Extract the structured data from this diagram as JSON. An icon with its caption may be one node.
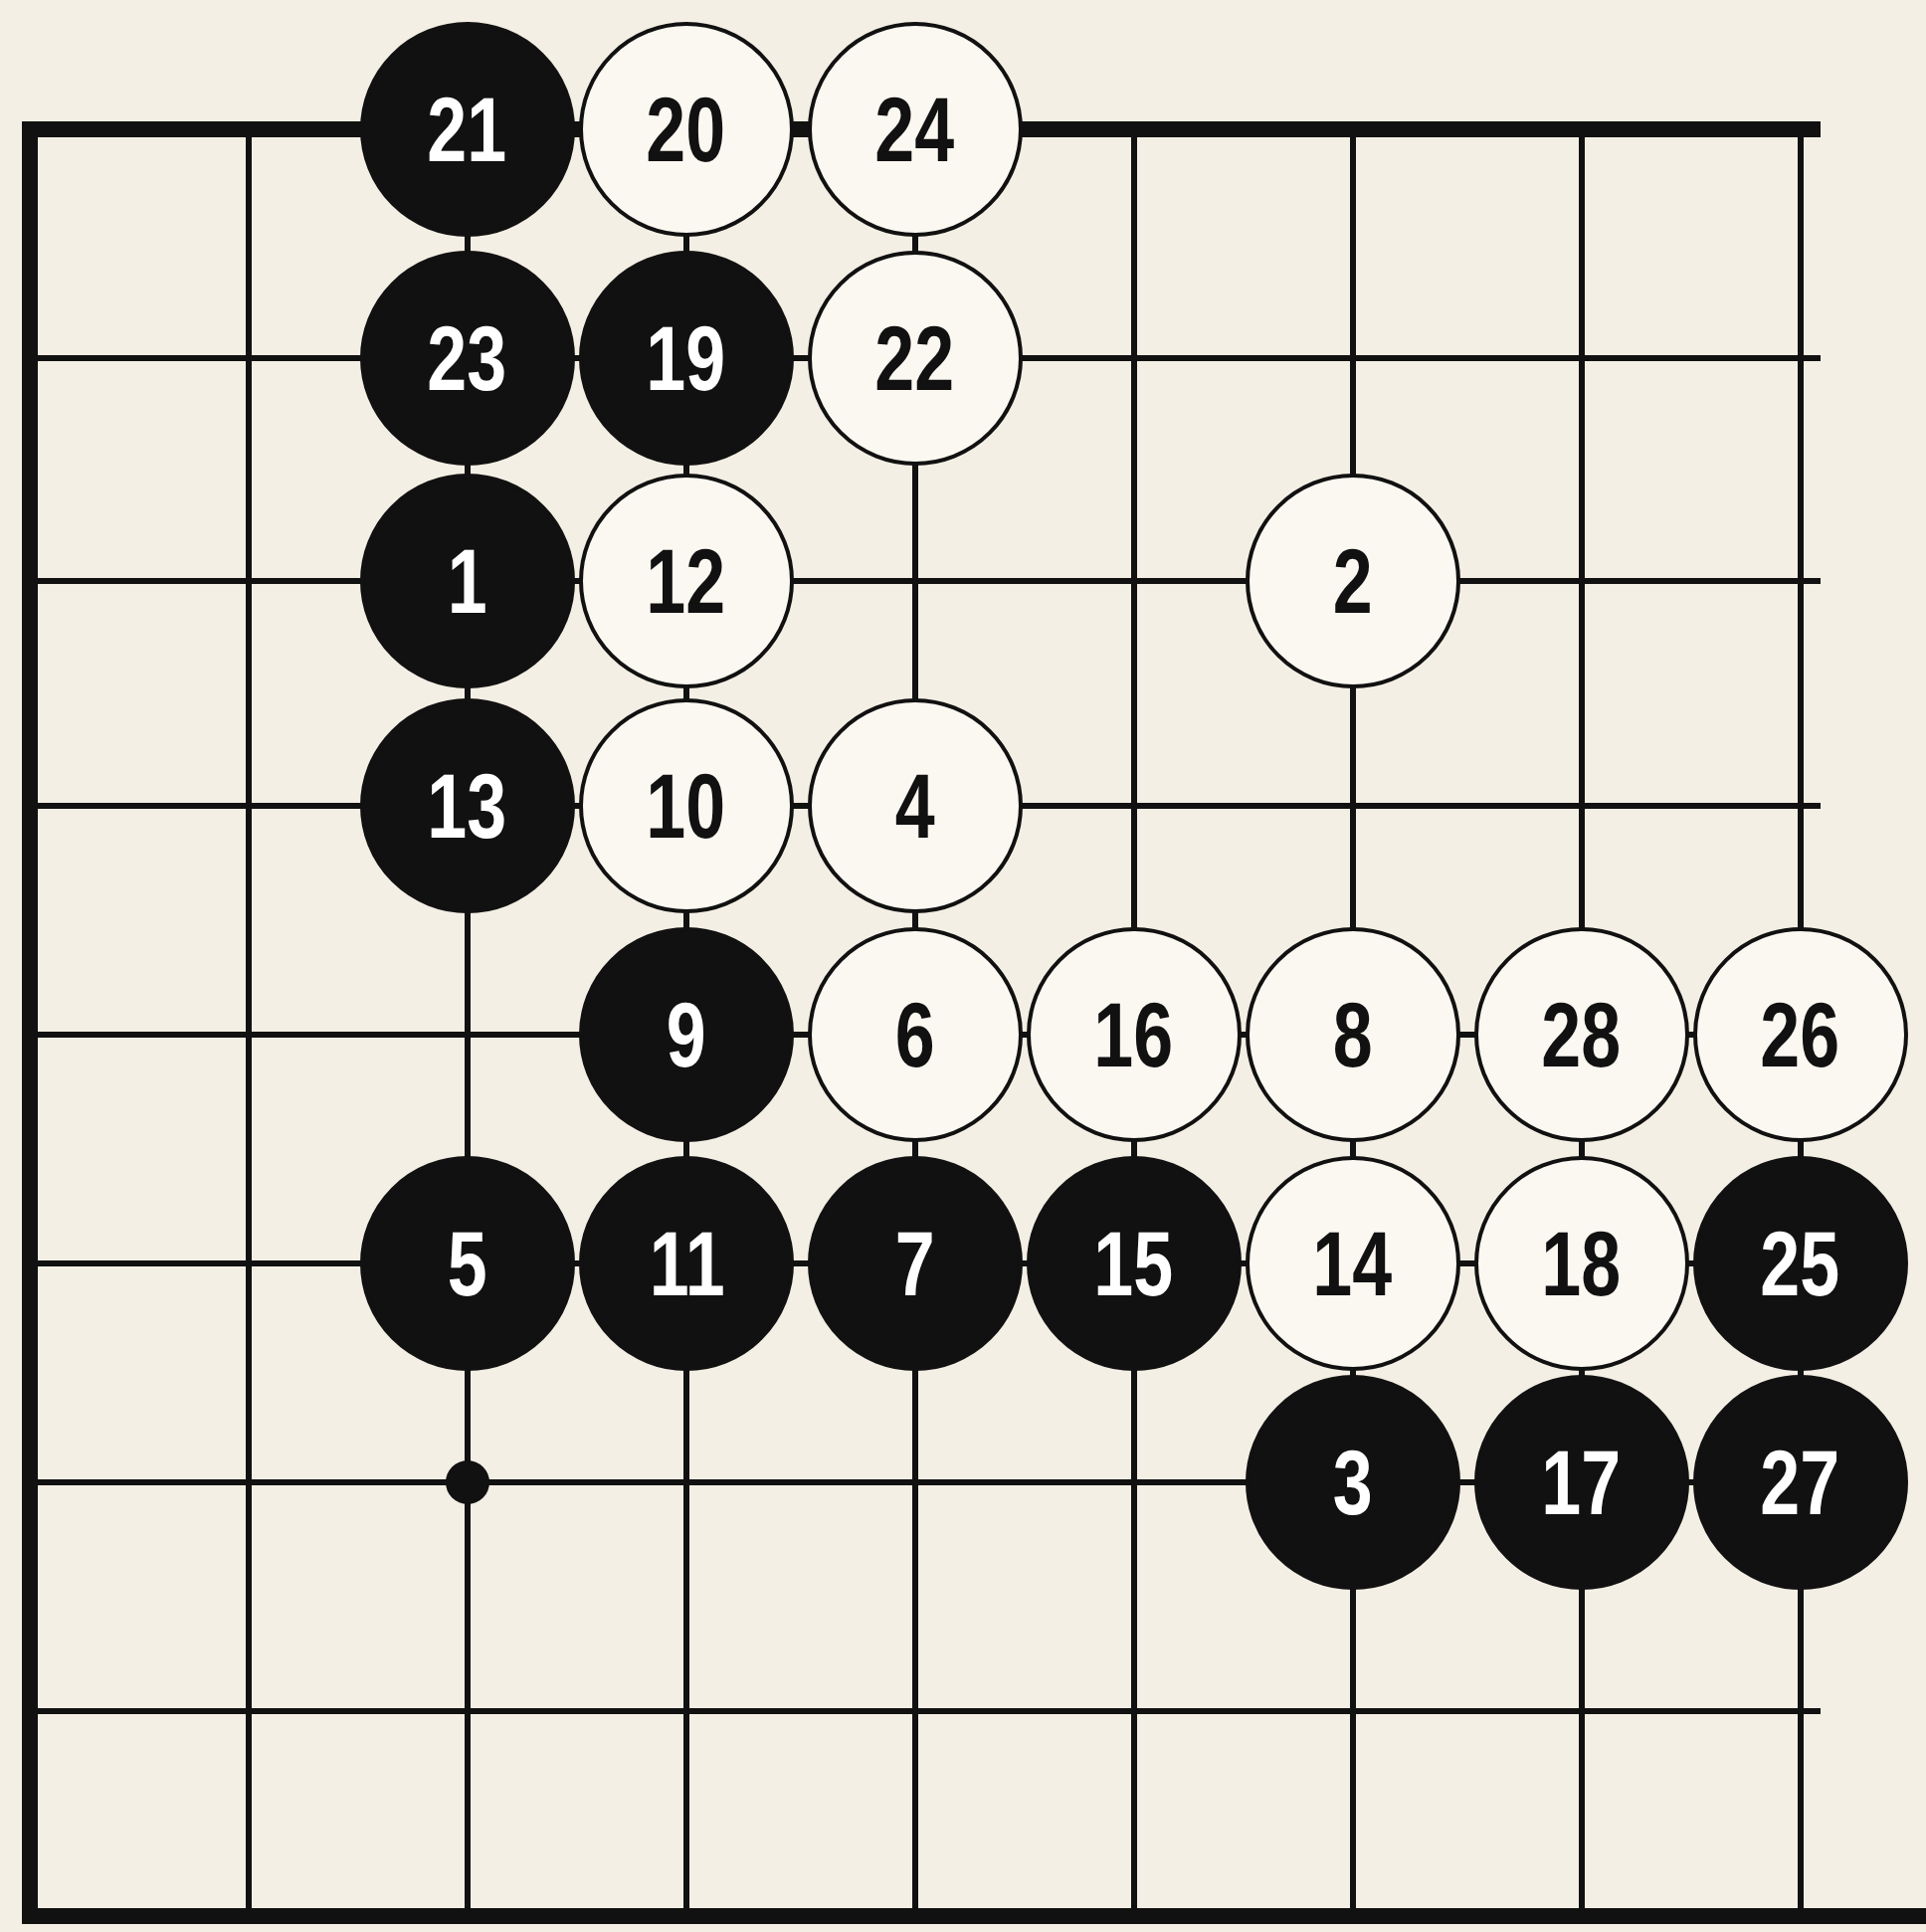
{
  "diagram": {
    "nodes": [
      {
        "text": [
          "21"
        ]
      },
      {
        "text": [
          "20"
        ]
      },
      {
        "text": [
          "24"
        ]
      },
      {
        "text": [
          "23"
        ]
      },
      {
        "text": [
          "19"
        ]
      },
      {
        "text": [
          "22"
        ]
      },
      {
        "text": [
          "1"
        ]
      },
      {
        "text": [
          "12"
        ]
      },
      {
        "text": [
          "2"
        ]
      },
      {
        "text": [
          "13"
        ]
      },
      {
        "text": [
          "10"
        ]
      },
      {
        "text": [
          "4"
        ]
      },
      {
        "text": [
          "9"
        ]
      },
      {
        "text": [
          "6"
        ]
      },
      {
        "text": [
          "16"
        ]
      },
      {
        "text": [
          "8"
        ]
      },
      {
        "text": [
          "28"
        ]
      },
      {
        "text": [
          "26"
        ]
      },
      {
        "text": [
          "5"
        ]
      },
      {
        "text": [
          "11"
        ]
      },
      {
        "text": [
          "7"
        ]
      },
      {
        "text": [
          "15"
        ]
      },
      {
        "text": [
          "14"
        ]
      },
      {
        "text": [
          "18"
        ]
      },
      {
        "text": [
          "25"
        ]
      },
      {
        "text": [
          "3"
        ]
      },
      {
        "text": [
          "17"
        ]
      },
      {
        "text": [
          "27"
        ]
      }
    ]
  }
}
